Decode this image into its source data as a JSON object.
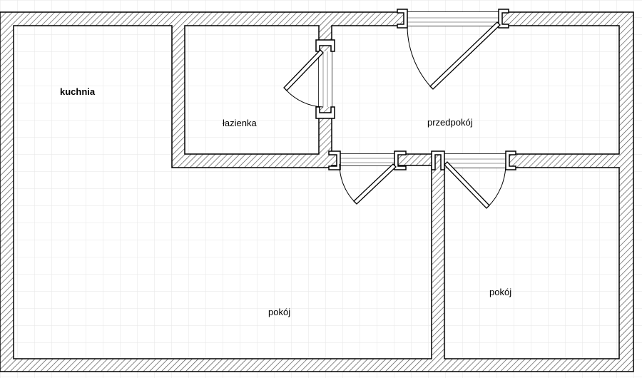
{
  "floor_plan": {
    "rooms": [
      {
        "id": "kitchen",
        "label": "kuchnia",
        "bold": true
      },
      {
        "id": "bathroom",
        "label": "łazienka",
        "bold": false
      },
      {
        "id": "hallway",
        "label": "przedpokój",
        "bold": false
      },
      {
        "id": "living-room",
        "label": "pokój",
        "bold": false
      },
      {
        "id": "bedroom",
        "label": "pokój",
        "bold": false
      }
    ]
  },
  "colors": {
    "grid": "#e6e6e6",
    "wall_stroke": "#000000",
    "hatch": "#555555",
    "opening": "#9a9a9a"
  }
}
